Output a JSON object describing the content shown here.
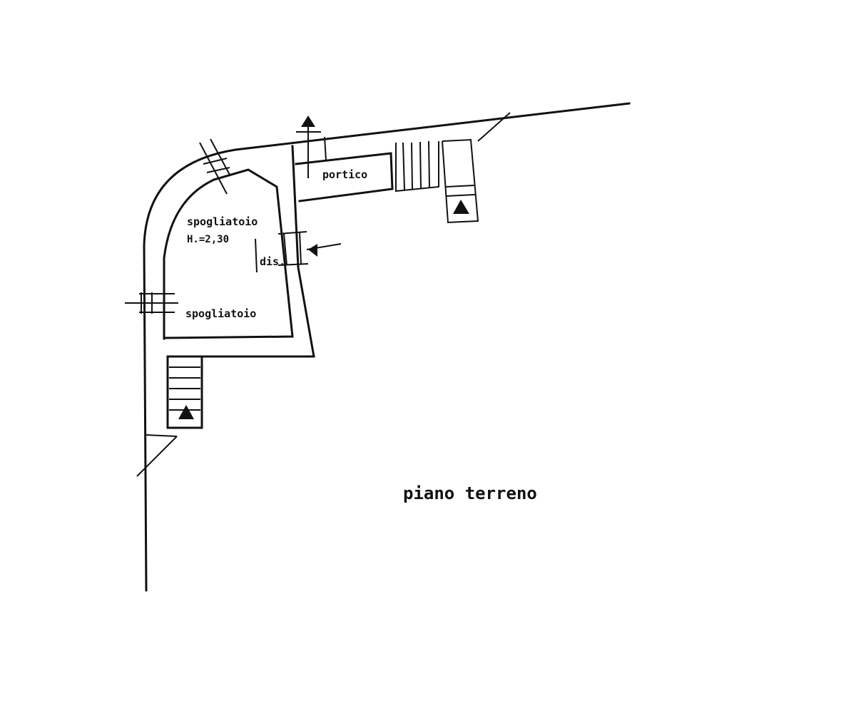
{
  "rooms": {
    "portico": "portico",
    "changing_room_upper": "spogliatoio",
    "changing_room_upper_height": "H.=2,30",
    "hallway": "dis.",
    "changing_room_lower": "spogliatoio"
  },
  "floor_title": "piano terreno",
  "colors": {
    "ink": "#111111",
    "paper": "#ffffff"
  }
}
